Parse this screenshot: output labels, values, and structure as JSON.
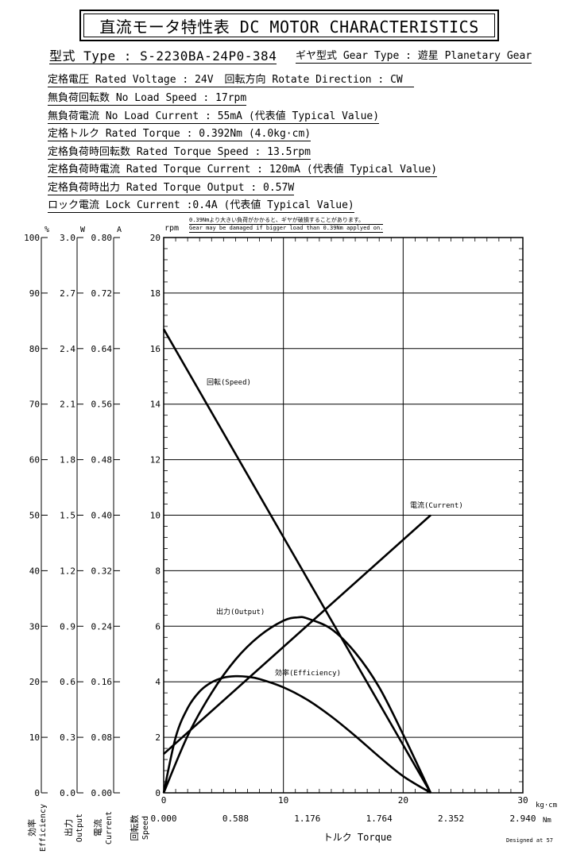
{
  "title": "直流モータ特性表 DC MOTOR CHARACTERISTICS",
  "model_line": "型式 Type : S-2230BA-24P0-384",
  "gear_line": "ギヤ型式 Gear Type : 遊星  Planetary Gear",
  "specs": [
    [
      "定格電圧 Rated Voltage : 24V",
      "回転方向 Rotate Direction : CW"
    ],
    [
      "無負荷回転数 No Load Speed : 17rpm"
    ],
    [
      "無負荷電流 No Load Current : 55mA (代表値 Typical Value)"
    ],
    [
      "定格トルク Rated Torque : 0.392Nm (4.0kg·cm)"
    ],
    [
      "定格負荷時回転数 Rated Torque Speed : 13.5rpm"
    ],
    [
      "定格負荷時電流 Rated Torque Current : 120mA (代表値 Typical Value)"
    ],
    [
      "定格負荷時出力 Rated Torque Output : 0.57W"
    ],
    [
      "ロック電流 Lock Current :0.4A (代表値 Typical Value)"
    ]
  ],
  "note": [
    "0.39Nmより大きい負荷がかかると、ギヤが破損することがあります。",
    "Gear may be damaged if bigger load than 0.39Nm applyed on."
  ],
  "designed_by": "Designed at 57",
  "chart_data": {
    "type": "line",
    "x": {
      "ticks_kgcm": [
        "0",
        "10",
        "20",
        "30"
      ],
      "ticks_nm": [
        "0.000",
        "0.588",
        "1.176",
        "1.764",
        "2.352",
        "2.940"
      ],
      "range": [
        0,
        30
      ],
      "unit_kgcm": "kg·cm",
      "unit_nm": "Nm",
      "label": "トルク Torque"
    },
    "speed_axis": {
      "ticks": [
        "0",
        "2",
        "4",
        "6",
        "8",
        "10",
        "12",
        "14",
        "16",
        "18",
        "20"
      ],
      "range": [
        0,
        20
      ],
      "unit": "rpm",
      "label_jp": "回転数",
      "label_en": "Speed"
    },
    "efficiency_axis": {
      "ticks": [
        "0",
        "10",
        "20",
        "30",
        "40",
        "50",
        "60",
        "70",
        "80",
        "90",
        "100"
      ],
      "unit": "%",
      "label_jp": "効率",
      "label_en": "Efficiency"
    },
    "output_axis": {
      "ticks": [
        "0.0",
        "0.3",
        "0.6",
        "0.9",
        "1.2",
        "1.5",
        "1.8",
        "2.1",
        "2.4",
        "2.7",
        "3.0"
      ],
      "unit": "W",
      "label_jp": "出力",
      "label_en": "Output"
    },
    "current_axis": {
      "ticks": [
        "0.00",
        "0.08",
        "0.16",
        "0.24",
        "0.32",
        "0.40",
        "0.48",
        "0.56",
        "0.64",
        "0.72",
        "0.80"
      ],
      "unit": "A",
      "label_jp": "電流",
      "label_en": "Current"
    },
    "series": [
      {
        "name": "回転(Speed)",
        "points": [
          [
            0,
            16.7
          ],
          [
            22.3,
            0
          ]
        ]
      },
      {
        "name": "電流(Current)",
        "points": [
          [
            0,
            1.4
          ],
          [
            22.3,
            10.0
          ]
        ]
      },
      {
        "name": "出力(Output)",
        "points": [
          [
            0,
            0
          ],
          [
            2,
            2.05
          ],
          [
            4,
            3.6
          ],
          [
            6,
            4.8
          ],
          [
            8,
            5.65
          ],
          [
            10,
            6.2
          ],
          [
            11.2,
            6.32
          ],
          [
            12,
            6.28
          ],
          [
            14,
            5.9
          ],
          [
            16,
            5.05
          ],
          [
            18,
            3.8
          ],
          [
            20,
            2.1
          ],
          [
            22.3,
            0
          ]
        ]
      },
      {
        "name": "効率(Efficiency)",
        "points": [
          [
            0,
            0
          ],
          [
            1,
            2.0
          ],
          [
            2,
            3.05
          ],
          [
            3,
            3.65
          ],
          [
            4,
            3.98
          ],
          [
            5,
            4.15
          ],
          [
            6,
            4.2
          ],
          [
            7,
            4.18
          ],
          [
            8,
            4.1
          ],
          [
            10,
            3.8
          ],
          [
            12,
            3.35
          ],
          [
            14,
            2.75
          ],
          [
            16,
            2.05
          ],
          [
            18,
            1.3
          ],
          [
            20,
            0.6
          ],
          [
            22.3,
            0
          ]
        ]
      }
    ]
  }
}
